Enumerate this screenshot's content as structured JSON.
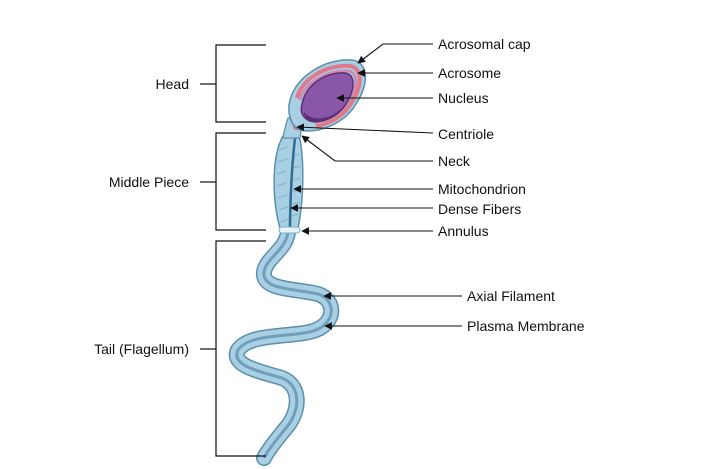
{
  "colors": {
    "background": "#ffffff",
    "membrane": "#a9cfe3",
    "membrane_edge": "#5a8fae",
    "axial": "#2f6b93",
    "nucleus": "#8a56a8",
    "nucleus_dark": "#5c2f78",
    "acrosome": "#c98db5",
    "acrosomal_cap": "#e07a8a",
    "centriole": "#e06a7a",
    "annulus": "#e8f3f8",
    "line": "#111111"
  },
  "regions": {
    "head": "Head",
    "middle_piece": "Middle Piece",
    "tail": "Tail (Flagellum)"
  },
  "parts": {
    "acrosomal_cap": "Acrosomal cap",
    "acrosome": "Acrosome",
    "nucleus": "Nucleus",
    "centriole": "Centriole",
    "neck": "Neck",
    "mitochondrion": "Mitochondrion",
    "dense_fibers": "Dense Fibers",
    "annulus": "Annulus",
    "axial_filament": "Axial Filament",
    "plasma_membrane": "Plasma Membrane"
  }
}
